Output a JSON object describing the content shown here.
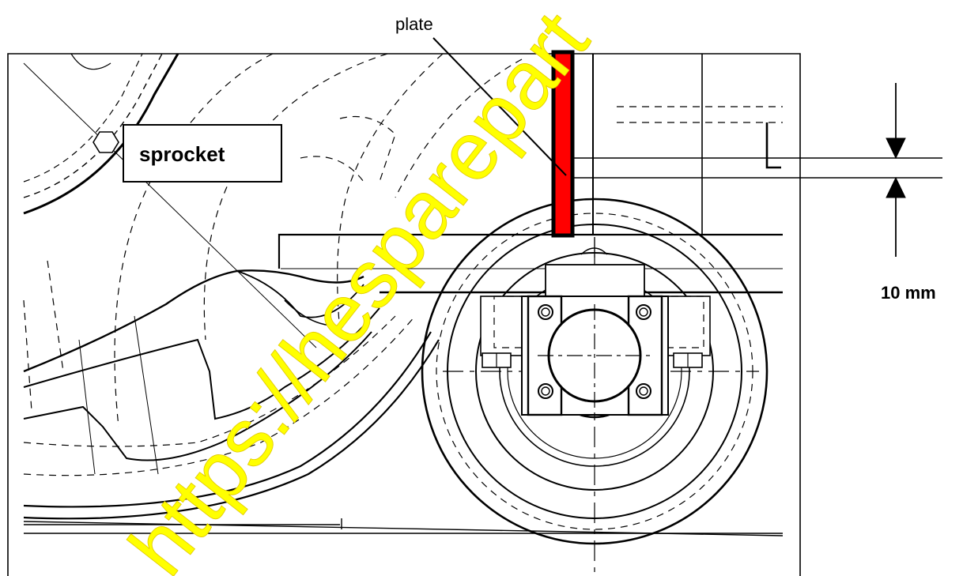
{
  "labels": {
    "plate": "plate",
    "sprocket": "sprocket",
    "dimension": "10 mm"
  },
  "watermark": {
    "text": "https://hesparepart",
    "color": "#ffff00"
  },
  "colors": {
    "plate_fill": "#ff0000",
    "line": "#000000",
    "background": "#ffffff"
  }
}
